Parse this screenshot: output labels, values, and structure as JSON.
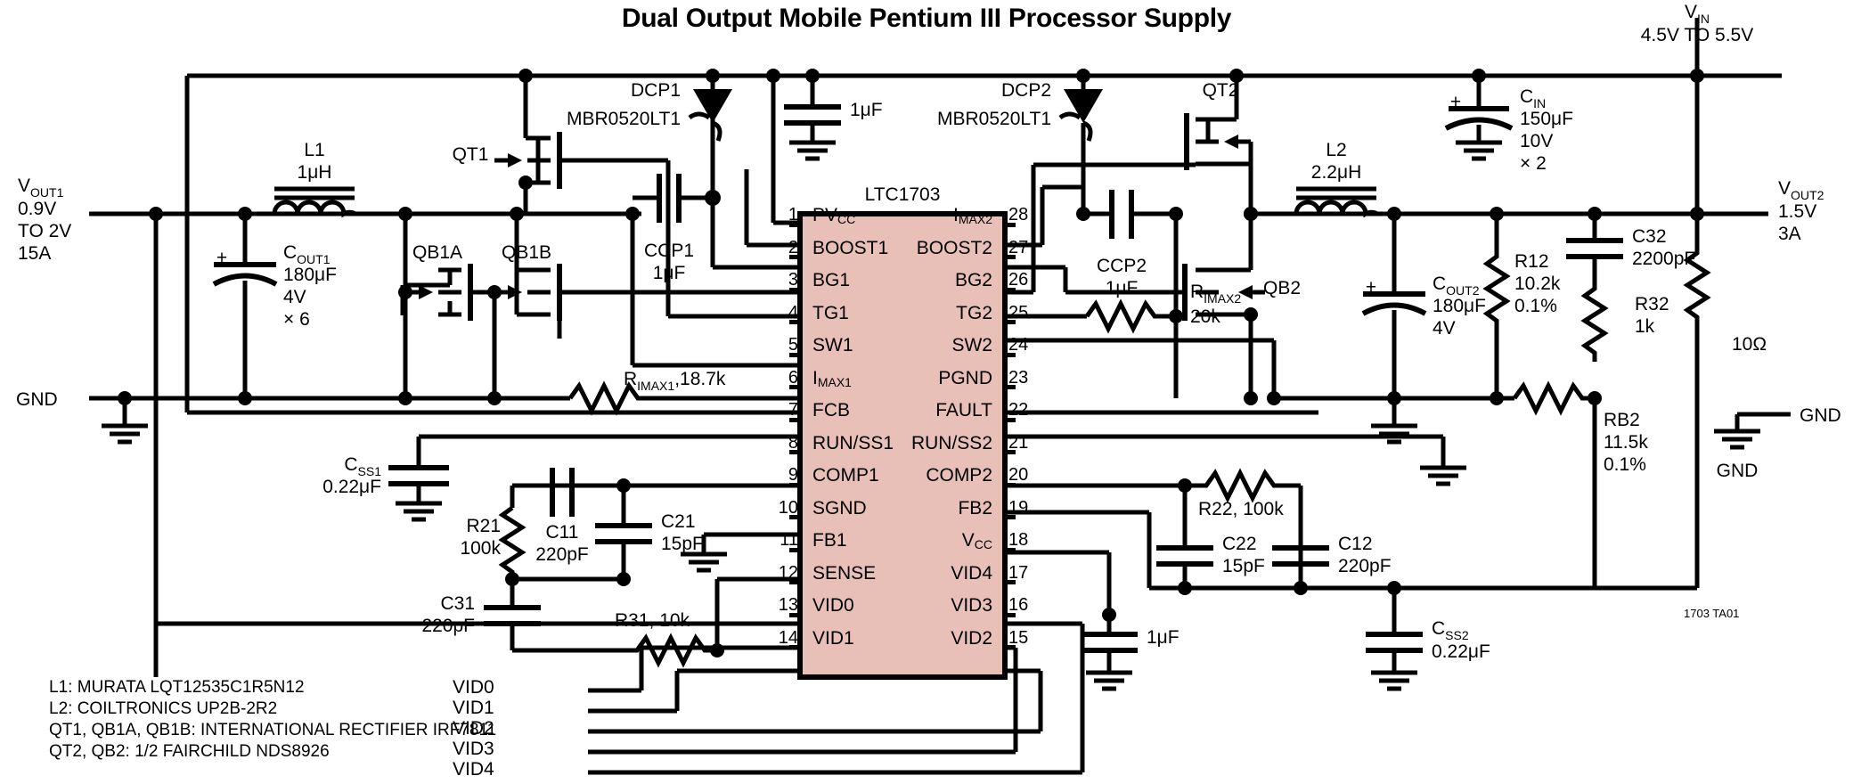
{
  "figure": {
    "title": "Dual Output Mobile Pentium III Processor Supply",
    "ref_id": "1703 TA01",
    "ic_name": "LTC1703",
    "ic_fill": "#e8c0b8"
  },
  "rails": {
    "vin_name": "V",
    "vin_sub": "IN",
    "vin_range": "4.5V TO 5.5V",
    "vout1_name": "V",
    "vout1_sub": "OUT1",
    "vout1_l1": "0.9V",
    "vout1_l2": "TO 2V",
    "vout1_l3": "15A",
    "vout2_name": "V",
    "vout2_sub": "OUT2",
    "vout2_l1": "1.5V",
    "vout2_l2": "3A",
    "gnd_left": "GND",
    "gnd_right_1": "GND",
    "gnd_right_2": "GND"
  },
  "ic_pins_left": [
    {
      "num": "1",
      "name": "PV",
      "sub": "CC"
    },
    {
      "num": "2",
      "name": "BOOST1",
      "sub": ""
    },
    {
      "num": "3",
      "name": "BG1",
      "sub": ""
    },
    {
      "num": "4",
      "name": "TG1",
      "sub": ""
    },
    {
      "num": "5",
      "name": "SW1",
      "sub": ""
    },
    {
      "num": "6",
      "name": "I",
      "sub": "MAX1"
    },
    {
      "num": "7",
      "name": "FCB",
      "sub": ""
    },
    {
      "num": "8",
      "name": "RUN/SS1",
      "sub": ""
    },
    {
      "num": "9",
      "name": "COMP1",
      "sub": ""
    },
    {
      "num": "10",
      "name": "SGND",
      "sub": ""
    },
    {
      "num": "11",
      "name": "FB1",
      "sub": ""
    },
    {
      "num": "12",
      "name": "SENSE",
      "sub": ""
    },
    {
      "num": "13",
      "name": "VID0",
      "sub": ""
    },
    {
      "num": "14",
      "name": "VID1",
      "sub": ""
    }
  ],
  "ic_pins_right": [
    {
      "num": "28",
      "name": "I",
      "sub": "MAX2"
    },
    {
      "num": "27",
      "name": "BOOST2",
      "sub": ""
    },
    {
      "num": "26",
      "name": "BG2",
      "sub": ""
    },
    {
      "num": "25",
      "name": "TG2",
      "sub": ""
    },
    {
      "num": "24",
      "name": "SW2",
      "sub": ""
    },
    {
      "num": "23",
      "name": "PGND",
      "sub": ""
    },
    {
      "num": "22",
      "name": "FAULT",
      "sub": ""
    },
    {
      "num": "21",
      "name": "RUN/SS2",
      "sub": ""
    },
    {
      "num": "20",
      "name": "COMP2",
      "sub": ""
    },
    {
      "num": "19",
      "name": "FB2",
      "sub": ""
    },
    {
      "num": "18",
      "name": "V",
      "sub": "CC"
    },
    {
      "num": "17",
      "name": "VID4",
      "sub": ""
    },
    {
      "num": "16",
      "name": "VID3",
      "sub": ""
    },
    {
      "num": "15",
      "name": "VID2",
      "sub": ""
    }
  ],
  "vid_bus": [
    "VID0",
    "VID1",
    "VID2",
    "VID3",
    "VID4"
  ],
  "components": {
    "L1": {
      "ref": "L1",
      "val": "1",
      "unit": "μH"
    },
    "L2": {
      "ref": "L2",
      "val": "2.2",
      "unit": "μH"
    },
    "COUT1": {
      "ref": "C",
      "sub": "OUT1",
      "l1": "180μF",
      "l2": "4V",
      "l3": "× 6",
      "polarity": "+"
    },
    "COUT2": {
      "ref": "C",
      "sub": "OUT2",
      "l1": "180μF",
      "l2": "4V",
      "polarity": "+"
    },
    "CIN": {
      "ref": "C",
      "sub": "IN",
      "l1": "150μF",
      "l2": "10V",
      "l3": "× 2",
      "polarity": "+"
    },
    "QT1": {
      "ref": "QT1"
    },
    "QT2": {
      "ref": "QT2"
    },
    "QB1A": {
      "ref": "QB1A"
    },
    "QB1B": {
      "ref": "QB1B"
    },
    "QB2": {
      "ref": "QB2"
    },
    "DCP1": {
      "ref": "DCP1",
      "part": "MBR0520LT1"
    },
    "DCP2": {
      "ref": "DCP2",
      "part": "MBR0520LT1"
    },
    "CCP1": {
      "ref": "CCP1",
      "val": "1μF"
    },
    "CCP2": {
      "ref": "CCP2",
      "val": "1μF"
    },
    "CVCC_A": {
      "val": "1μF"
    },
    "CVCC_B": {
      "val": "1μF"
    },
    "CVCC_C": {
      "val": "1μF"
    },
    "RIMAX1": {
      "ref": "R",
      "sub": "IMAX1",
      "val": "18.7k",
      "full": "R₁ₘₐₓ₁, 18.7k"
    },
    "RIMAX2": {
      "ref": "R",
      "sub": "IMAX2",
      "val": "20k"
    },
    "CSS1": {
      "ref": "C",
      "sub": "SS1",
      "val": "0.22μF"
    },
    "CSS2": {
      "ref": "C",
      "sub": "SS2",
      "val": "0.22μF"
    },
    "R21": {
      "ref": "R21",
      "val": "100k"
    },
    "C11": {
      "ref": "C11",
      "val": "220pF"
    },
    "C21": {
      "ref": "C21",
      "val": "15pF"
    },
    "C31": {
      "ref": "C31",
      "val": "220pF"
    },
    "R31": {
      "ref": "R31, 10k"
    },
    "R22": {
      "ref": "R22, 100k"
    },
    "C22": {
      "ref": "C22",
      "val": "15pF"
    },
    "C12": {
      "ref": "C12",
      "val": "220pF"
    },
    "R12": {
      "ref": "R12",
      "val": "10.2k",
      "tol": "0.1%"
    },
    "RB2": {
      "ref": "RB2",
      "val": "11.5k",
      "tol": "0.1%"
    },
    "R32": {
      "ref": "R32",
      "val": "1k"
    },
    "C32": {
      "ref": "C32",
      "val": "2200pF"
    },
    "RLOAD": {
      "val": "10Ω"
    }
  },
  "notes": [
    "L1: MURATA LQT12535C1R5N12",
    "L2: COILTRONICS UP2B-2R2",
    "QT1, QB1A, QB1B: INTERNATIONAL RECTIFIER IRF7811",
    "QT2, QB2: 1/2 FAIRCHILD NDS8926"
  ]
}
